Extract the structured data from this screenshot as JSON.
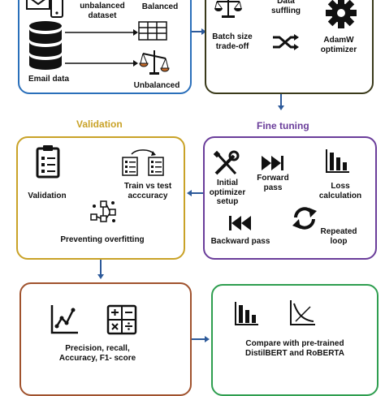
{
  "colors": {
    "data_box": "#2a6fba",
    "training_box": "#3a3a1a",
    "validation_box": "#c9a227",
    "finetune_box": "#6a3d9a",
    "eval_box": "#a0522d",
    "compare_box": "#2e9e4f",
    "arrow": "#2d5a9a",
    "validation_title": "#c9a227",
    "finetune_title": "#6a3d9a"
  },
  "data_box": {
    "unbalanced_dataset": "unbalanced\ndataset",
    "balanced": "Balanced",
    "email_data": "Email data",
    "unbalanced": "Unbalanced"
  },
  "training_box": {
    "data_shuffling": "Data\nsuffling",
    "batch_size": "Batch size\ntrade-off",
    "adamw": "AdamW\noptimizer"
  },
  "validation": {
    "title": "Validation",
    "validation_label": "Validation",
    "train_vs_test": "Train vs test\nacccuracy",
    "overfitting": "Preventing overfitting"
  },
  "finetune": {
    "title": "Fine tuning",
    "initial_optimizer": "Initial\noptimizer\nsetup",
    "forward_pass": "Forward\npass",
    "loss_calc": "Loss\ncalculation",
    "backward_pass": "Backward pass",
    "repeated_loop": "Repeated\nloop"
  },
  "evaluation": {
    "metrics": "Precision, recall,\nAccuracy, F1- score"
  },
  "comparison": {
    "text": "Compare with pre-trained\nDistilBERT and RoBERTA"
  }
}
